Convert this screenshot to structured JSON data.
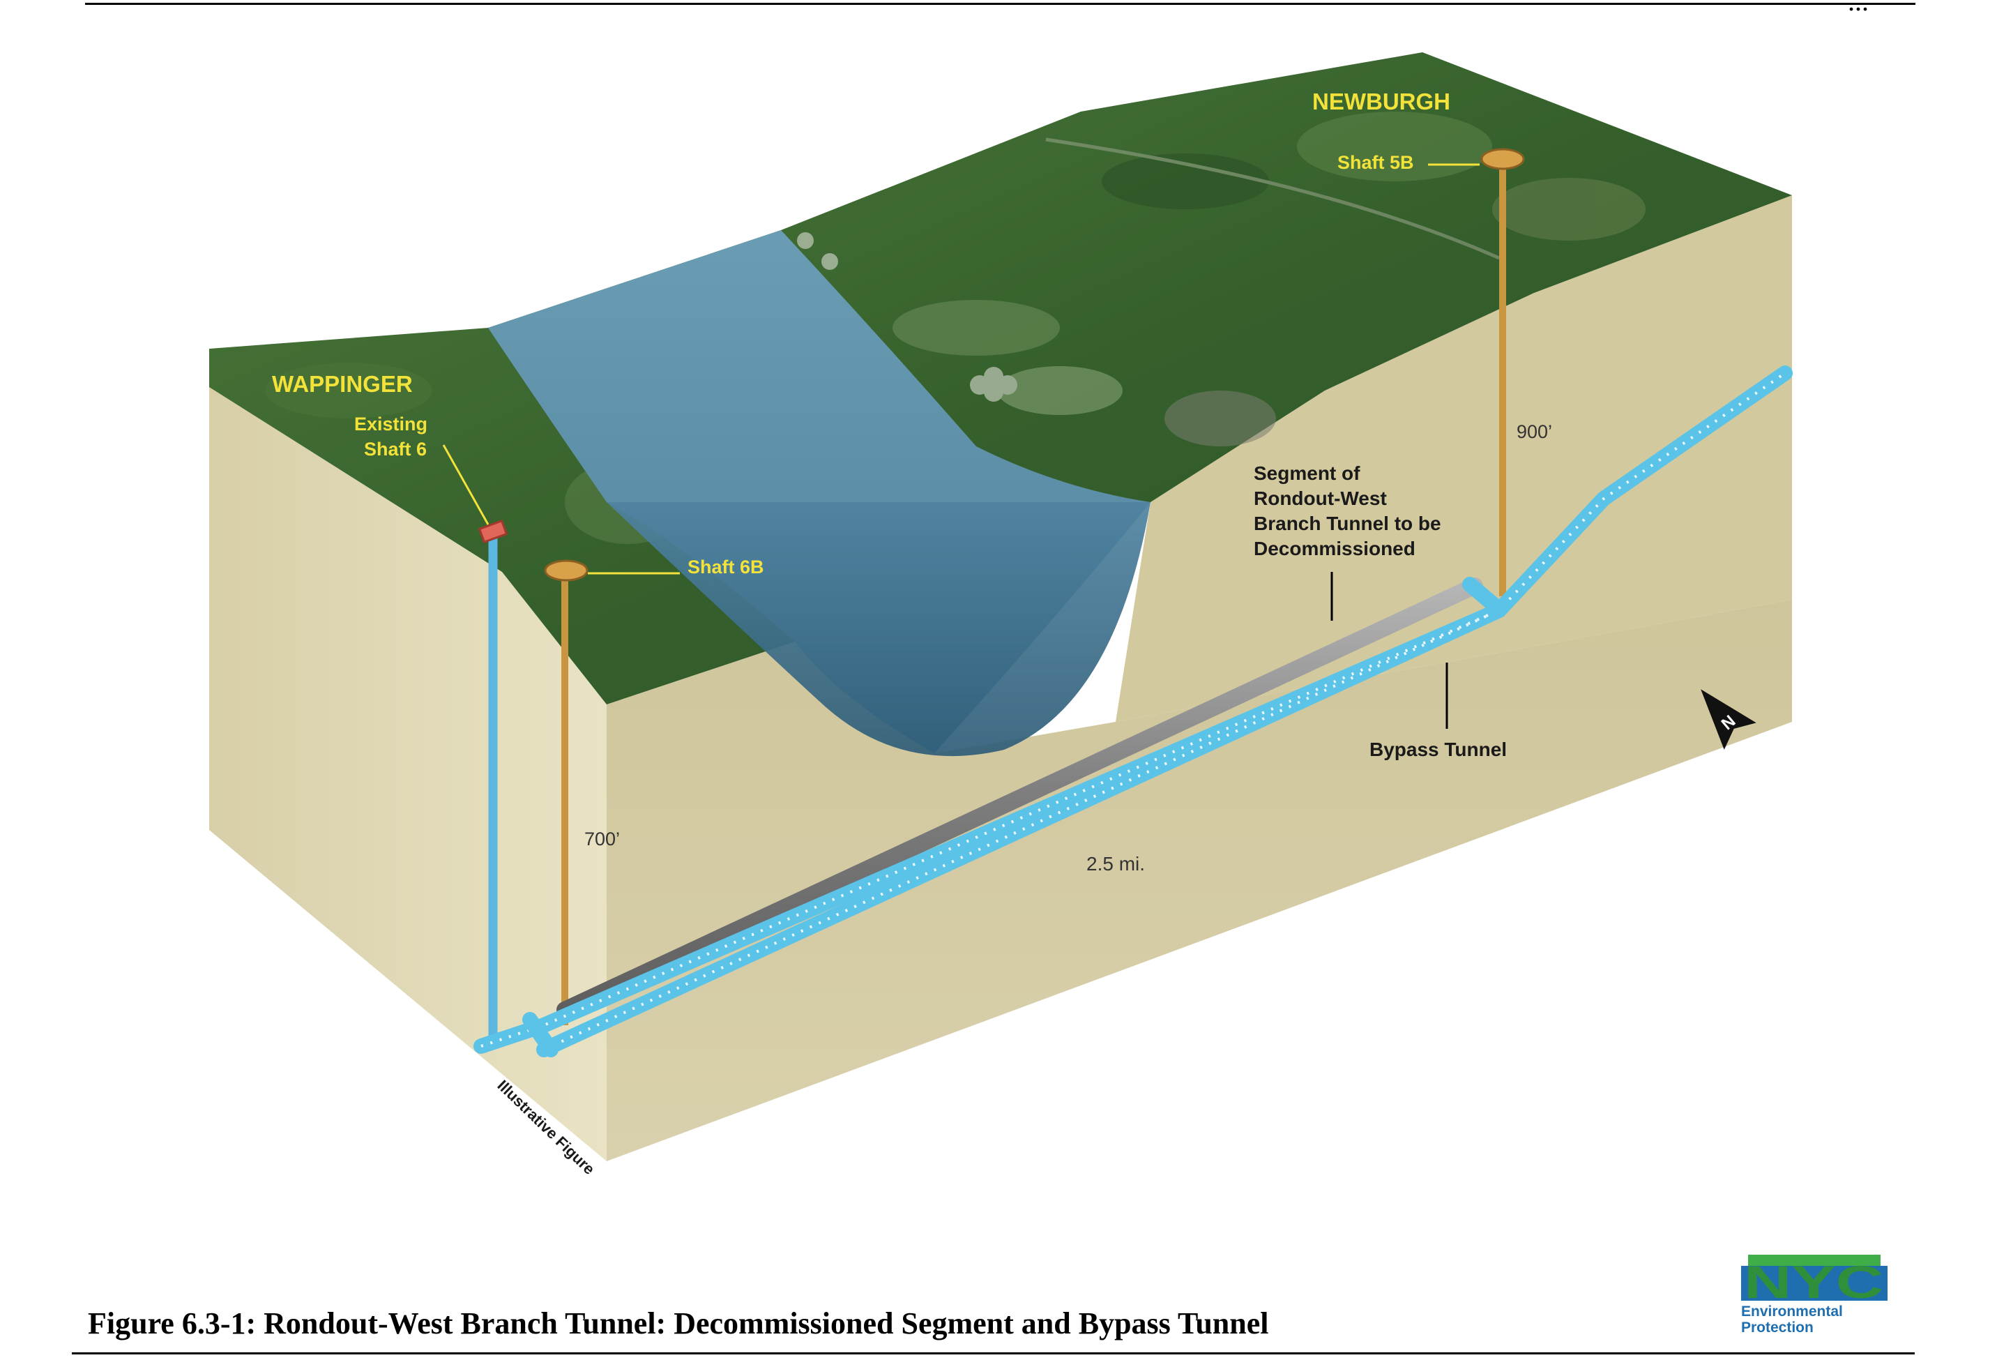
{
  "header": {
    "fragment": "..."
  },
  "labels": {
    "newburgh": "NEWBURGH",
    "wappinger": "WAPPINGER",
    "shaft5b": "Shaft 5B",
    "shaft6b": "Shaft 6B",
    "existing1": "Existing",
    "existing2": "Shaft 6",
    "seg1": "Segment of",
    "seg2": "Rondout-West",
    "seg3": "Branch Tunnel to be",
    "seg4": "Decommissioned",
    "bypass": "Bypass Tunnel",
    "d900": "900’",
    "d700": "700’",
    "dist": "2.5 mi.",
    "illustrative": "Illustrative Figure",
    "north": "N"
  },
  "caption": "Figure 6.3-1:  Rondout-West Branch Tunnel: Decommissioned Segment and Bypass Tunnel",
  "logo": {
    "mark": "NYC",
    "line1": "Environmental",
    "line2": "Protection"
  },
  "colors": {
    "soil_front": "#d6cda6",
    "soil_side": "#e3dcb9",
    "terrain": "#3e6b33",
    "river": "#5f8fa6",
    "river_deep": "#3f6e86",
    "bypass": "#5bc3e8",
    "old_tunnel": "#8a8a8a",
    "shaft_gold": "#c9953f",
    "shaft_blue": "#5bb6e0",
    "label_yellow": "#f2e23a"
  }
}
